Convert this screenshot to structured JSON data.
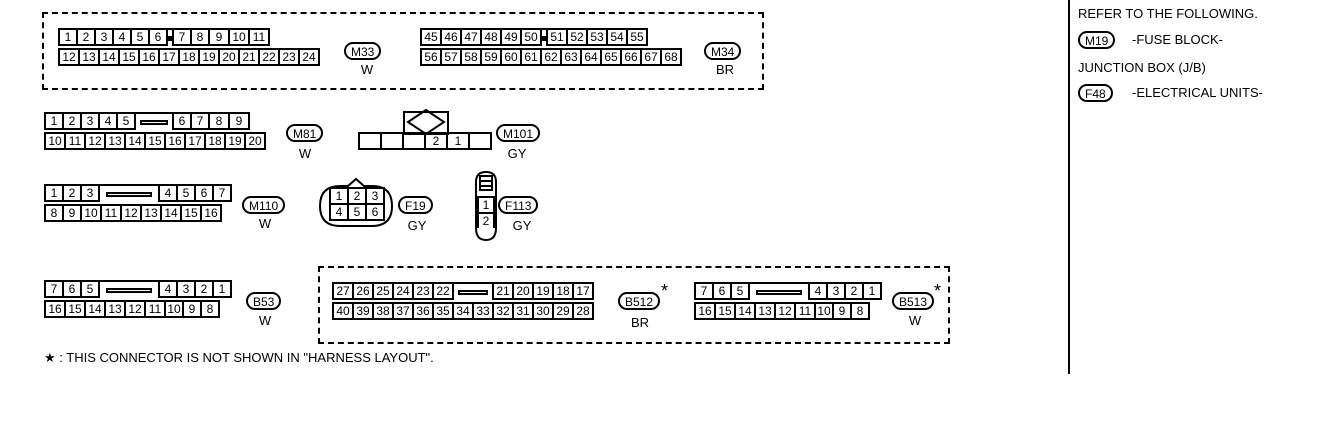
{
  "connectors": {
    "m33": {
      "id": "M33",
      "color": "W",
      "row1": [
        "1",
        "2",
        "3",
        "4",
        "5",
        "6",
        "",
        "7",
        "8",
        "9",
        "10",
        "11"
      ],
      "row2": [
        "12",
        "13",
        "14",
        "15",
        "16",
        "17",
        "18",
        "19",
        "20",
        "21",
        "22",
        "23",
        "24"
      ]
    },
    "m34": {
      "id": "M34",
      "color": "BR",
      "row1": [
        "45",
        "46",
        "47",
        "48",
        "49",
        "50",
        "",
        "51",
        "52",
        "53",
        "54",
        "55"
      ],
      "row2": [
        "56",
        "57",
        "58",
        "59",
        "60",
        "61",
        "62",
        "63",
        "64",
        "65",
        "66",
        "67",
        "68"
      ]
    },
    "m81": {
      "id": "M81",
      "color": "W",
      "row1": [
        "1",
        "2",
        "3",
        "4",
        "5",
        "",
        "6",
        "7",
        "8",
        "9"
      ],
      "row2": [
        "10",
        "11",
        "12",
        "13",
        "14",
        "15",
        "16",
        "17",
        "18",
        "19",
        "20"
      ]
    },
    "m101": {
      "id": "M101",
      "color": "GY",
      "cells": [
        "",
        "",
        "",
        "2",
        "1",
        ""
      ]
    },
    "m110": {
      "id": "M110",
      "color": "W",
      "row1": [
        "1",
        "2",
        "3",
        "",
        "4",
        "5",
        "6",
        "7"
      ],
      "row2": [
        "8",
        "9",
        "10",
        "11",
        "12",
        "13",
        "14",
        "15",
        "16"
      ]
    },
    "f19": {
      "id": "F19",
      "color": "GY",
      "row1": [
        "1",
        "2",
        "3"
      ],
      "row2": [
        "4",
        "5",
        "6"
      ]
    },
    "f113": {
      "id": "F113",
      "color": "GY",
      "cells": [
        "1",
        "2"
      ]
    },
    "b53": {
      "id": "B53",
      "color": "W",
      "row1": [
        "7",
        "6",
        "5",
        "",
        "4",
        "3",
        "2",
        "1"
      ],
      "row2": [
        "16",
        "15",
        "14",
        "13",
        "12",
        "11",
        "10",
        "9",
        "8"
      ]
    },
    "b512": {
      "id": "B512",
      "color": "BR",
      "row1": [
        "27",
        "26",
        "25",
        "24",
        "23",
        "22",
        "",
        "21",
        "20",
        "19",
        "18",
        "17"
      ],
      "row2": [
        "40",
        "39",
        "38",
        "37",
        "36",
        "35",
        "34",
        "33",
        "32",
        "31",
        "30",
        "29",
        "28"
      ]
    },
    "b513": {
      "id": "B513",
      "color": "W",
      "row1": [
        "7",
        "6",
        "5",
        "",
        "4",
        "3",
        "2",
        "1"
      ],
      "row2": [
        "16",
        "15",
        "14",
        "13",
        "12",
        "11",
        "10",
        "9",
        "8"
      ]
    }
  },
  "star": "*",
  "footnote": "★ : THIS CONNECTOR IS NOT SHOWN IN \"HARNESS LAYOUT\".",
  "reference": {
    "heading": "REFER TO THE FOLLOWING.",
    "item1_code": "M19",
    "item1_text": "-FUSE BLOCK-",
    "item1_text2": "JUNCTION BOX (J/B)",
    "item2_code": "F48",
    "item2_text": "-ELECTRICAL UNITS-"
  }
}
